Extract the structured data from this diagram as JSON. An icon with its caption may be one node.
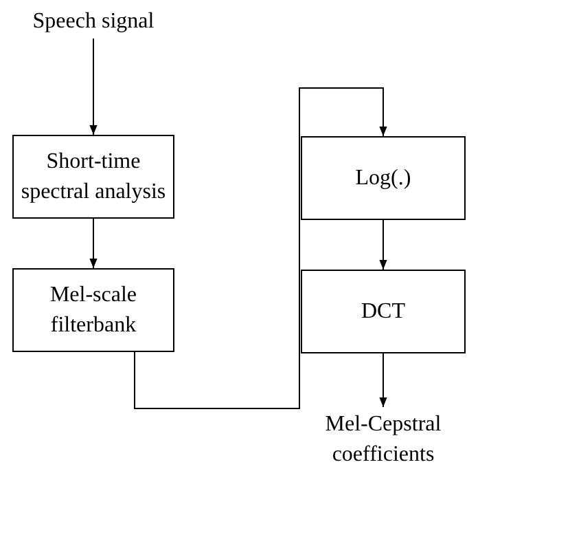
{
  "diagram": {
    "nodes": [
      {
        "text": [
          "Speech signal"
        ]
      },
      {
        "text": [
          "Short-time spectral analysis"
        ]
      },
      {
        "text": [
          "Mel-scale filterbank"
        ]
      },
      {
        "text": [
          "Log(.)"
        ]
      },
      {
        "text": [
          "DCT"
        ]
      },
      {
        "text": [
          "Mel-Cepstral coefficients"
        ]
      }
    ],
    "edges": [
      {
        "from": 0,
        "to": 1,
        "arrow": "to"
      },
      {
        "from": 1,
        "to": 2,
        "arrow": "to"
      },
      {
        "from": 2,
        "to": 3,
        "arrow": "to"
      },
      {
        "from": 3,
        "to": 4,
        "arrow": "to"
      },
      {
        "from": 4,
        "to": 5,
        "arrow": "to"
      }
    ]
  }
}
